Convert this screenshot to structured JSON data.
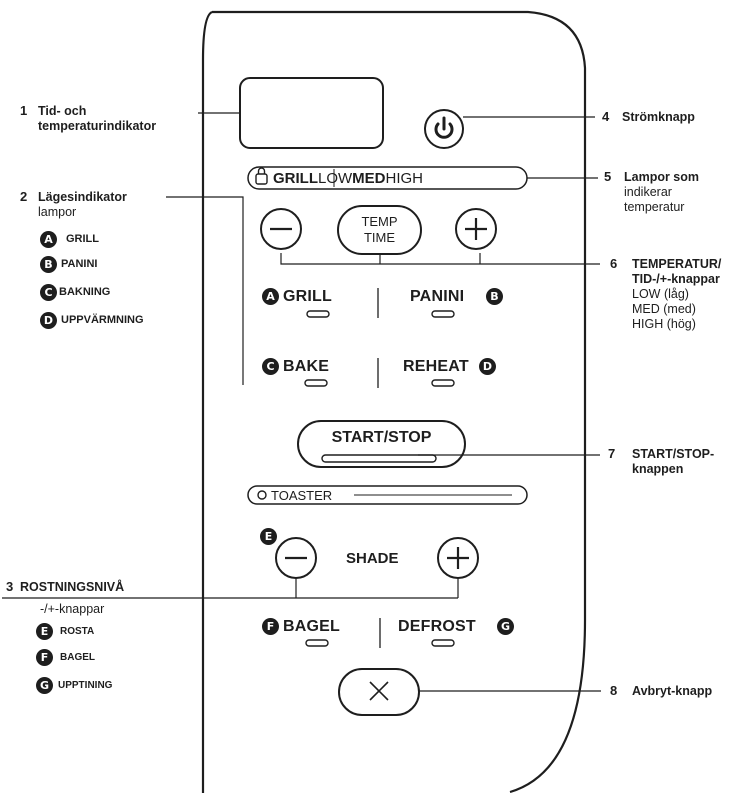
{
  "panel": {
    "grill_strip": {
      "grill": "GRILL",
      "low": "LOW",
      "med": "MED",
      "high": "HIGH"
    },
    "temp_time_line1": "TEMP",
    "temp_time_line2": "TIME",
    "mode_grill": "GRILL",
    "mode_panini": "PANINI",
    "mode_bake": "BAKE",
    "mode_reheat": "REHEAT",
    "start_stop": "START/STOP",
    "toaster_strip": "TOASTER",
    "shade": "SHADE",
    "mode_bagel": "BAGEL",
    "mode_defrost": "DEFROST",
    "badges": {
      "a": "A",
      "b": "B",
      "c": "C",
      "d": "D",
      "e": "E",
      "f": "F",
      "g": "G"
    }
  },
  "callouts": {
    "c1": {
      "num": "1",
      "line1": "Tid- och",
      "line2": "temperaturindikator"
    },
    "c2": {
      "num": "2",
      "line1": "Lägesindikator",
      "line2": "lampor",
      "items": [
        {
          "badge": "A",
          "text": "GRILL"
        },
        {
          "badge": "B",
          "text": "PANINI"
        },
        {
          "badge": "C",
          "text": "BAKNING"
        },
        {
          "badge": "D",
          "text": "UPPVÄRMNING"
        }
      ]
    },
    "c3": {
      "num": "3",
      "line1": "ROSTNINGSNIVÅ",
      "line2": "-/+-knappar",
      "items": [
        {
          "badge": "E",
          "text": "ROSTA"
        },
        {
          "badge": "F",
          "text": "BAGEL"
        },
        {
          "badge": "G",
          "text": "UPPTINING"
        }
      ]
    },
    "c4": {
      "num": "4",
      "text": "Strömknapp"
    },
    "c5": {
      "num": "5",
      "line1": "Lampor som",
      "line2": "indikerar",
      "line3": "temperatur"
    },
    "c6": {
      "num": "6",
      "line1": "TEMPERATUR/",
      "line2": "TID-/+-knappar",
      "line3": "LOW (låg)",
      "line4": "MED (med)",
      "line5": "HIGH (hög)"
    },
    "c7": {
      "num": "7",
      "line1": "START/STOP-",
      "line2": "knappen"
    },
    "c8": {
      "num": "8",
      "text": "Avbryt-knapp"
    }
  },
  "icons": {
    "power": "power-icon",
    "minus": "minus-icon",
    "plus": "plus-icon",
    "close": "close-icon",
    "lock": "lock-icon"
  }
}
